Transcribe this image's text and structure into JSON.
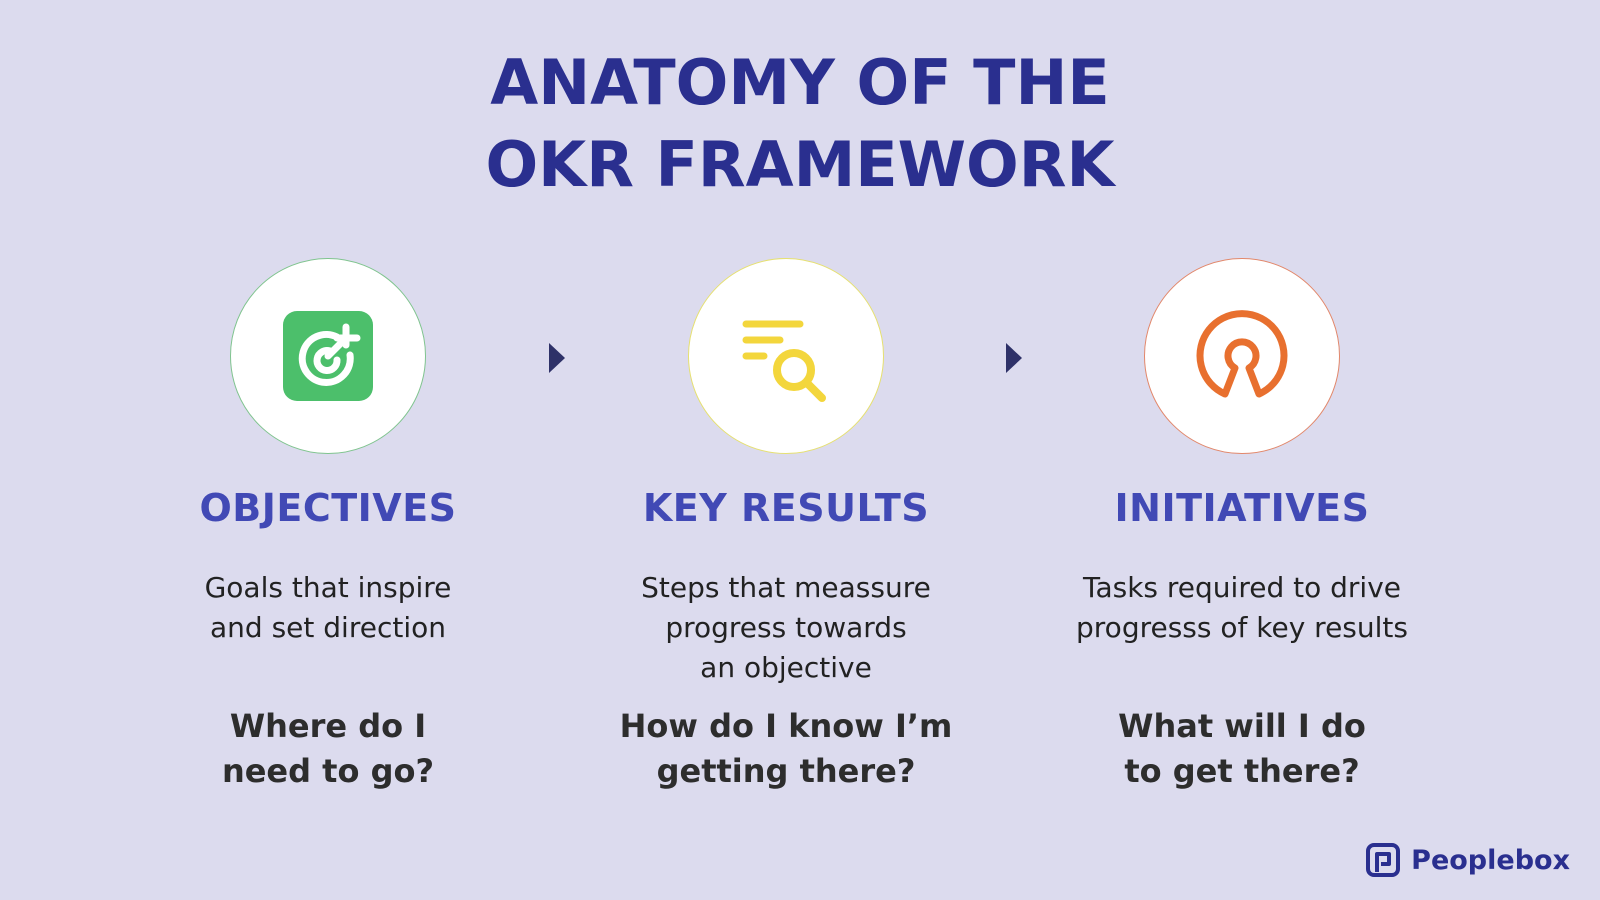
{
  "title": {
    "line1": "ANATOMY OF THE",
    "line2": "OKR FRAMEWORK"
  },
  "columns": [
    {
      "icon": "target-icon",
      "heading": "OBJECTIVES",
      "desc_lines": [
        "Goals that inspire",
        "and set direction"
      ],
      "question_lines": [
        "Where do I",
        "need to go?"
      ],
      "accent": "#4cbf6b"
    },
    {
      "icon": "list-search-icon",
      "heading": "KEY RESULTS",
      "desc_lines": [
        "Steps that meassure",
        "progress towards",
        "an objective"
      ],
      "question_lines": [
        "How do I know I’m",
        "getting there?"
      ],
      "accent": "#f3d63c"
    },
    {
      "icon": "keyhole-icon",
      "heading": "INITIATIVES",
      "desc_lines": [
        "Tasks required to drive",
        "progresss of key results"
      ],
      "question_lines": [
        "What will I do",
        "to get there?"
      ],
      "accent": "#e8702f"
    }
  ],
  "brand": {
    "name": "Peoplebox",
    "icon": "peoplebox-logo-icon"
  },
  "colors": {
    "background": "#dcdbee",
    "title": "#2a2f8f",
    "heading": "#4149b5",
    "arrow": "#2e3168"
  }
}
